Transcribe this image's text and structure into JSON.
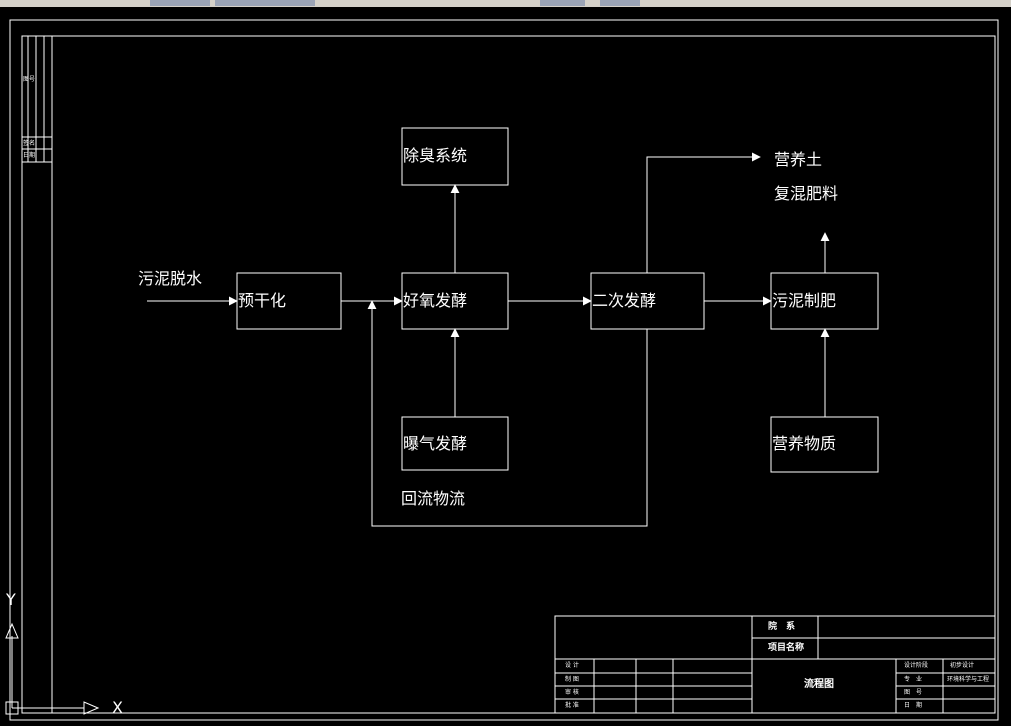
{
  "diagram": {
    "inputs": {
      "sludge_dewatering": "污泥脱水",
      "return_flow": "回流物流"
    },
    "boxes": {
      "pre_drying": "预干化",
      "aerobic_fermentation": "好氧发酵",
      "deodor_system": "除臭系统",
      "aeration_fermentation": "曝气发酵",
      "secondary_fermentation": "二次发酵",
      "sludge_fertilizer": "污泥制肥",
      "nutrients": "营养物质"
    },
    "outputs": {
      "nutrient_soil": "营养土",
      "compound_fertilizer": "复混肥料"
    }
  },
  "title_block": {
    "dept_label": "院　系",
    "project_label": "项目名称",
    "drawing_name": "流程图",
    "left_rows": [
      "设 计",
      "制 图",
      "审 核",
      "批 准"
    ],
    "right_labels": [
      "设计阶段",
      "专　业",
      "图　号",
      "日　期"
    ],
    "right_values": [
      "初步设计",
      "环境科学与工程",
      "",
      ""
    ]
  },
  "side_strip": [
    "图号",
    "签名",
    "日期"
  ],
  "ucs": {
    "x": "X",
    "y": "Y"
  }
}
